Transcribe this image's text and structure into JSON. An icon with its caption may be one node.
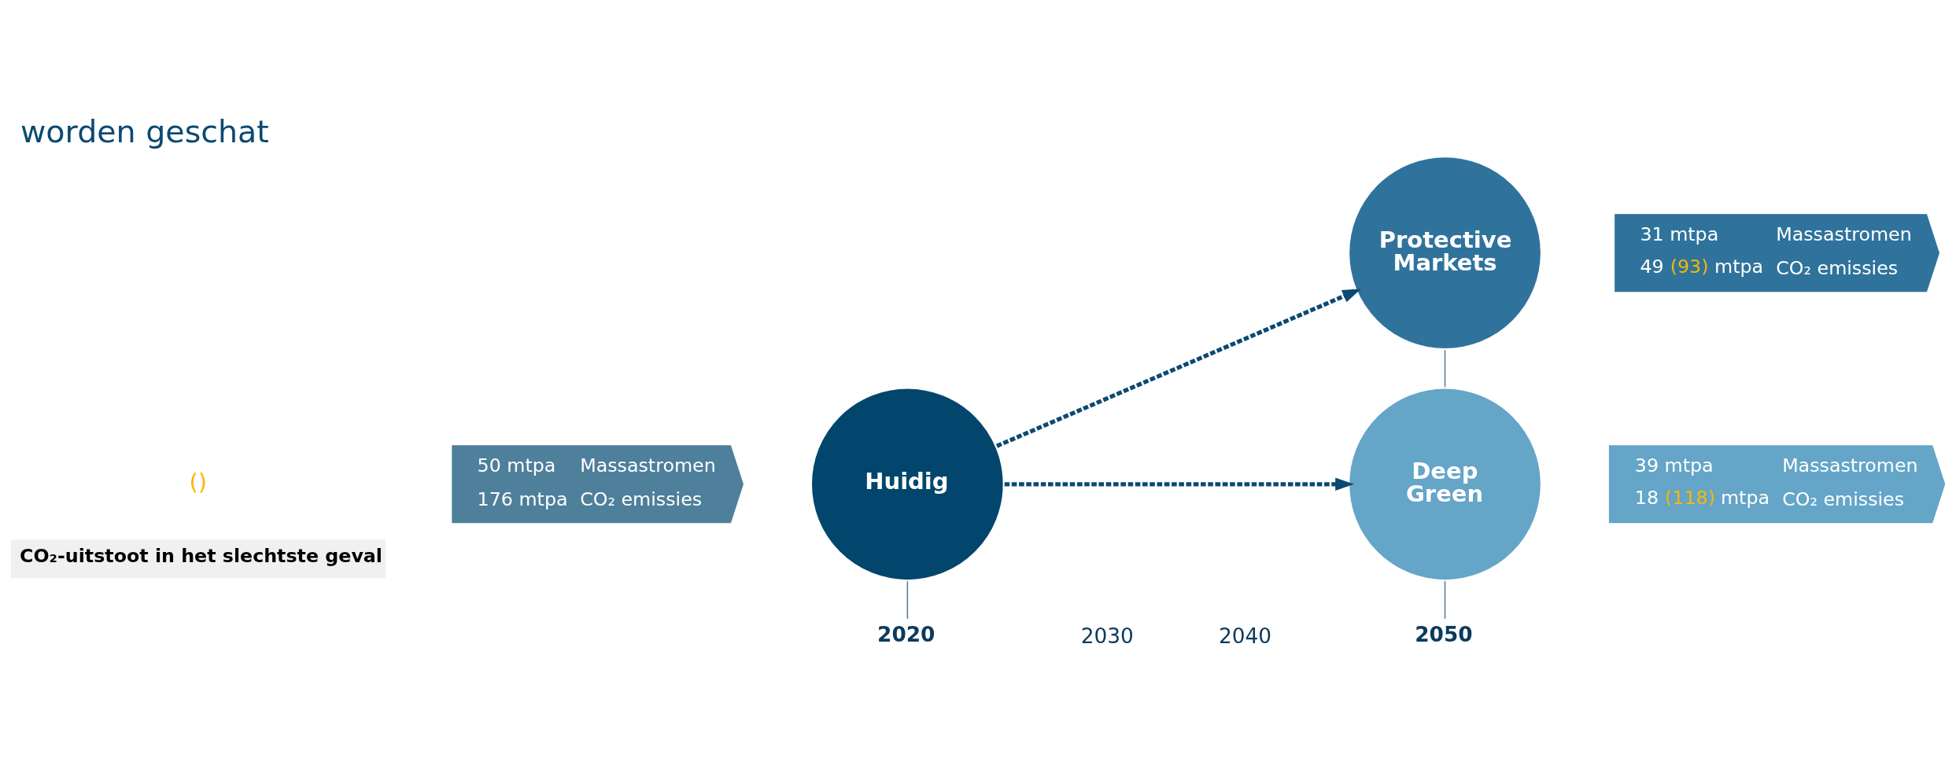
{
  "diagram": {
    "title": "worden geschat",
    "nodes": [
      {
        "text": [
          "50 mtpa",
          "Massastromen",
          "176 mtpa",
          "CO₂ emissies"
        ]
      },
      {
        "text": [
          "Huidig"
        ]
      },
      {
        "text": [
          "Protective Markets"
        ]
      },
      {
        "text": [
          "31 mtpa",
          "Massastromen",
          "49 (93) mtpa",
          "CO₂ emissies"
        ]
      },
      {
        "text": [
          "Deep Green"
        ]
      },
      {
        "text": [
          "39 mtpa",
          "Massastromen",
          "18 (118) mtpa",
          "CO₂ emissies"
        ]
      },
      {
        "text": [
          "2020"
        ]
      },
      {
        "text": [
          "2050"
        ]
      }
    ],
    "edges": [
      {
        "from": 1,
        "to": 2,
        "arrow": "to",
        "style": "dashed"
      },
      {
        "from": 1,
        "to": 4,
        "arrow": "to",
        "style": "dashed"
      },
      {
        "from": 1,
        "to": 6,
        "arrow": "none"
      },
      {
        "from": 2,
        "to": 4,
        "arrow": "none"
      },
      {
        "from": 4,
        "to": 7,
        "arrow": "none"
      }
    ],
    "labels": [
      "2030",
      "2040",
      "()"
    ],
    "legend": [
      {
        "text": "CO₂-uitstoot in het slechtste geval"
      }
    ]
  }
}
